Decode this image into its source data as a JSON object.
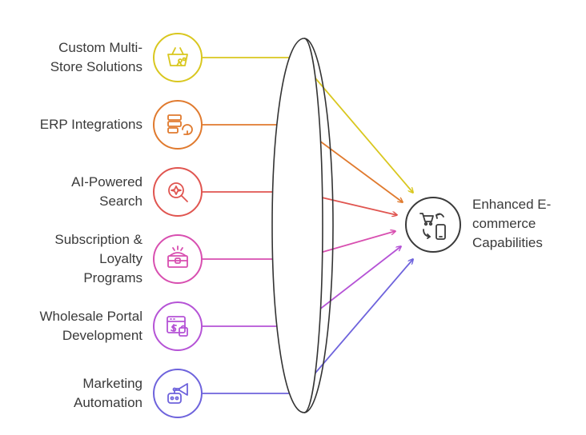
{
  "inputs": [
    {
      "lines": [
        "Custom Multi-",
        "Store Solutions"
      ],
      "color": "#d9c71f",
      "icon": "shopping-basket-icon"
    },
    {
      "lines": [
        "ERP Integrations"
      ],
      "color": "#e07a2e",
      "icon": "server-sync-icon"
    },
    {
      "lines": [
        "AI-Powered",
        "Search"
      ],
      "color": "#e05550",
      "icon": "magnify-sparkle-icon"
    },
    {
      "lines": [
        "Subscription &",
        "Loyalty",
        "Programs"
      ],
      "color": "#d84fb0",
      "icon": "treasure-chest-icon"
    },
    {
      "lines": [
        "Wholesale Portal",
        "Development"
      ],
      "color": "#b553d6",
      "icon": "browser-payment-icon"
    },
    {
      "lines": [
        "Marketing",
        "Automation"
      ],
      "color": "#6e63dc",
      "icon": "robot-megaphone-icon"
    }
  ],
  "output": {
    "lines": [
      "Enhanced E-",
      "commerce",
      "Capabilities"
    ],
    "color": "#3a3a3a",
    "icon": "cart-mobile-sync-icon"
  },
  "center": {
    "shape": "lens"
  }
}
